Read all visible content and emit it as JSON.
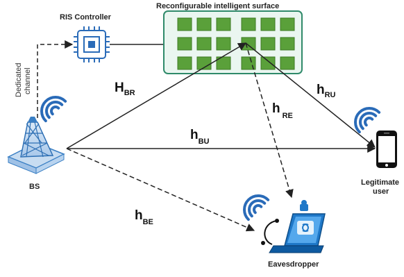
{
  "diagram": {
    "ris_controller_label": "RIS Controller",
    "ris_label": "Reconfigurable intelligent surface",
    "dedicated_channel_label_line1": "Dedicated",
    "dedicated_channel_label_line2": "channel",
    "bs_label": "BS",
    "user_label_line1": "Legitimate",
    "user_label_line2": "user",
    "eavesdropper_label": "Eavesdropper",
    "channels": {
      "h_br": {
        "main": "H",
        "sub": "BR"
      },
      "h_ru": {
        "main": "h",
        "sub": "RU"
      },
      "h_re": {
        "main": "h",
        "sub": "RE"
      },
      "h_bu": {
        "main": "h",
        "sub": "BU"
      },
      "h_be": {
        "main": "h",
        "sub": "BE"
      }
    },
    "colors": {
      "ris_border": "#2f8a6a",
      "ris_bg": "#eaf6f0",
      "element_green": "#5aa03a",
      "wave_blue": "#2a6bb8",
      "bs_blue": "#3a7fc4",
      "chip_blue": "#2a6bb8",
      "laptop_blue": "#1f78c8",
      "line": "#222222"
    },
    "icons": [
      "chip-icon",
      "tower-icon",
      "phone-icon",
      "laptop-icon",
      "wifi-icon"
    ]
  }
}
